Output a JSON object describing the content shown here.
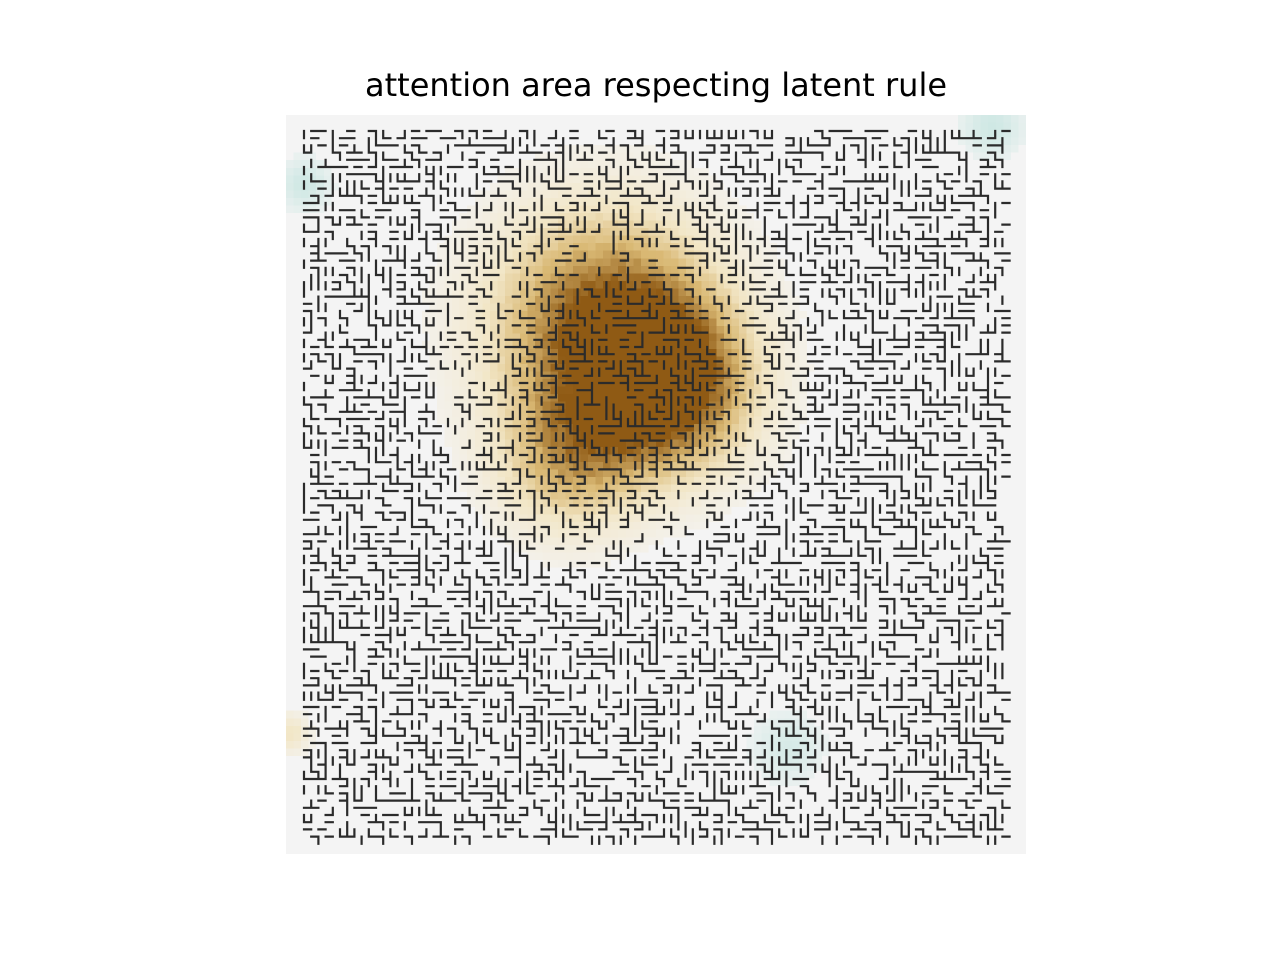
{
  "chart_data": {
    "type": "heatmap",
    "title": "attention area respecting latent rule",
    "xlabel": "",
    "ylabel": "",
    "axes_visible": false,
    "colormap": "BrBG (diverging brown–white–teal)",
    "colors": {
      "background": "#f4f4f4",
      "high_attention": "#8f5a14",
      "mid_attention": "#d9b873",
      "low_attention": "#f2e6c6",
      "negative_attention": "#cfe8e4",
      "edge_lines": "#2b2b2b"
    },
    "grid_size": [
      98,
      98
    ],
    "attention_blobs": [
      {
        "center": [
          0.43,
          0.28
        ],
        "peak": 1.0,
        "spread": 0.11
      },
      {
        "center": [
          0.52,
          0.37
        ],
        "peak": 0.9,
        "spread": 0.08
      },
      {
        "center": [
          0.38,
          0.47
        ],
        "peak": 0.55,
        "spread": 0.07
      },
      {
        "center": [
          0.0,
          0.84
        ],
        "peak": 0.35,
        "spread": 0.02
      }
    ],
    "negative_blobs": [
      {
        "center": [
          0.02,
          0.09
        ],
        "peak": -0.25,
        "spread": 0.025
      },
      {
        "center": [
          0.96,
          0.01
        ],
        "peak": -0.25,
        "spread": 0.03
      },
      {
        "center": [
          0.68,
          0.86
        ],
        "peak": -0.2,
        "spread": 0.035
      }
    ],
    "edge_overlay": "binary edge map of underlying image drawn as dark 1-pixel lines"
  }
}
